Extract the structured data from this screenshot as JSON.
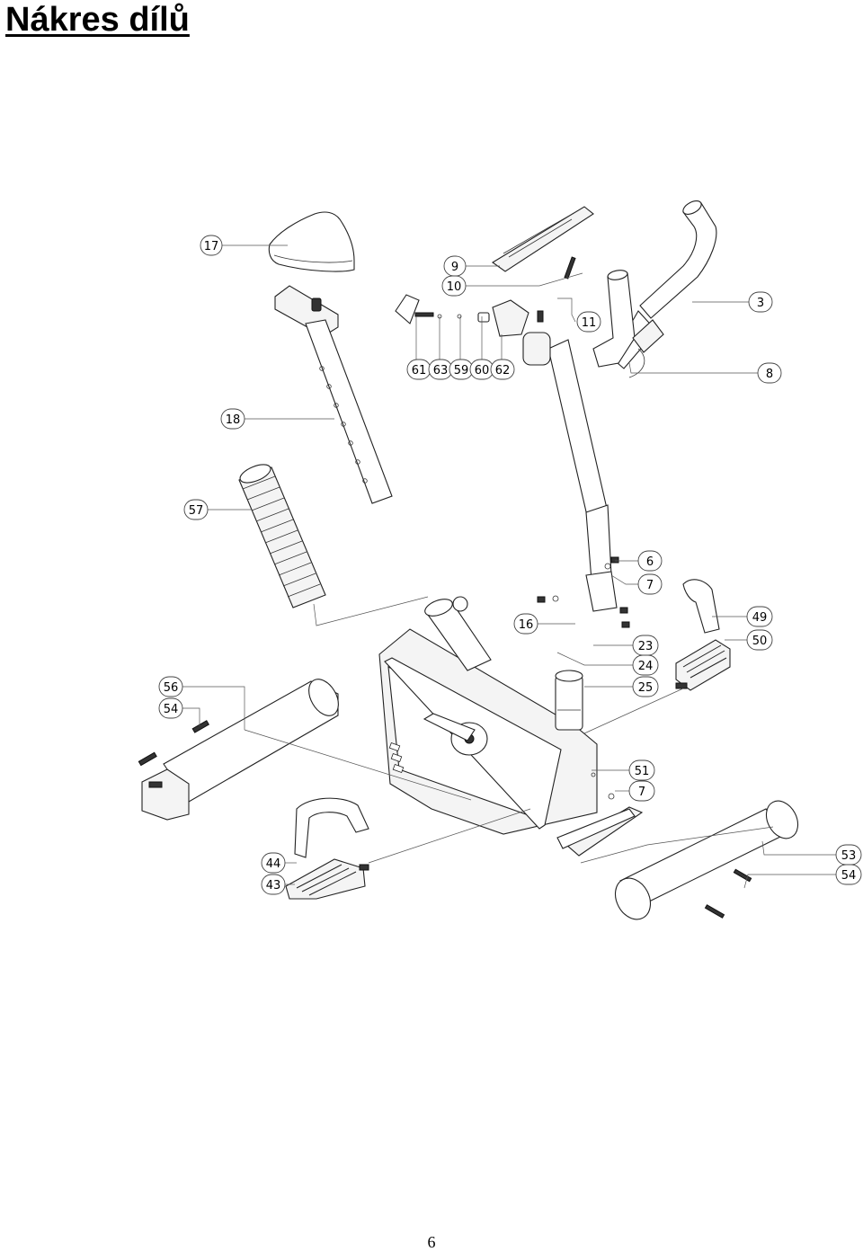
{
  "page": {
    "title": "Nákres dílů",
    "page_number": "6"
  },
  "labels": [
    {
      "id": "l17",
      "text": "17"
    },
    {
      "id": "l9",
      "text": "9"
    },
    {
      "id": "l10",
      "text": "10"
    },
    {
      "id": "l11",
      "text": "11"
    },
    {
      "id": "l3",
      "text": "3"
    },
    {
      "id": "l61",
      "text": "61"
    },
    {
      "id": "l63",
      "text": "63"
    },
    {
      "id": "l59",
      "text": "59"
    },
    {
      "id": "l60",
      "text": "60"
    },
    {
      "id": "l62",
      "text": "62"
    },
    {
      "id": "l8",
      "text": "8"
    },
    {
      "id": "l18",
      "text": "18"
    },
    {
      "id": "l57",
      "text": "57"
    },
    {
      "id": "l6",
      "text": "6"
    },
    {
      "id": "l7a",
      "text": "7"
    },
    {
      "id": "l16",
      "text": "16"
    },
    {
      "id": "l23",
      "text": "23"
    },
    {
      "id": "l24",
      "text": "24"
    },
    {
      "id": "l25",
      "text": "25"
    },
    {
      "id": "l49",
      "text": "49"
    },
    {
      "id": "l50",
      "text": "50"
    },
    {
      "id": "l56",
      "text": "56"
    },
    {
      "id": "l54a",
      "text": "54"
    },
    {
      "id": "l51",
      "text": "51"
    },
    {
      "id": "l7b",
      "text": "7"
    },
    {
      "id": "l44",
      "text": "44"
    },
    {
      "id": "l43",
      "text": "43"
    },
    {
      "id": "l53",
      "text": "53"
    },
    {
      "id": "l54b",
      "text": "54"
    }
  ]
}
